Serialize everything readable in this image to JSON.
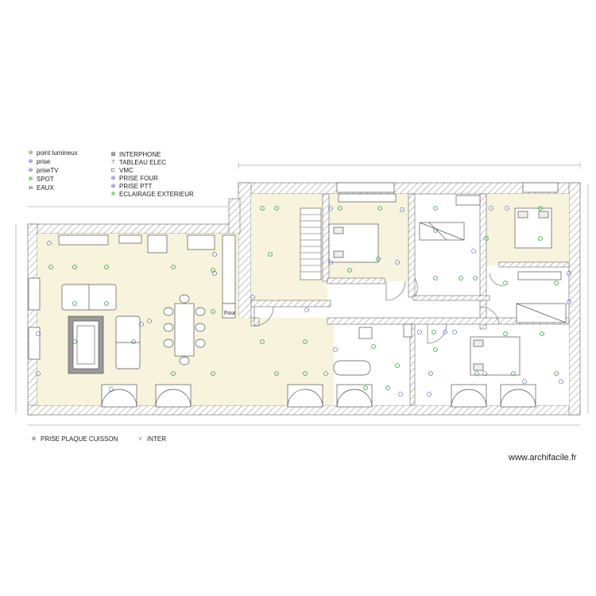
{
  "legend_left": [
    {
      "symbol": "⊗",
      "color": "green",
      "label": "point lumineux"
    },
    {
      "symbol": "⊛",
      "color": "blue",
      "label": "prise"
    },
    {
      "symbol": "⊛",
      "color": "blue",
      "label": "priseTV"
    },
    {
      "symbol": "⊕",
      "color": "green",
      "label": "SPOT"
    },
    {
      "symbol": "⟕",
      "color": "dark",
      "label": "EAUX"
    }
  ],
  "legend_right": [
    {
      "symbol": "⊠",
      "color": "dark",
      "label": "INTERPHONE"
    },
    {
      "symbol": "⊤",
      "color": "dark",
      "label": "TABLEAU ELEC"
    },
    {
      "symbol": "⊏",
      "color": "dark",
      "label": "VMC"
    },
    {
      "symbol": "⊛",
      "color": "blue",
      "label": "PRISE FOUR"
    },
    {
      "symbol": "⊛",
      "color": "blue",
      "label": "PRISE PTT"
    },
    {
      "symbol": "✲",
      "color": "green",
      "label": "ECLAIRAGE EXTERIEUR"
    }
  ],
  "bottom_legend": [
    {
      "symbol": "⊛",
      "color": "blue",
      "label": "PRISE PLAQUE CUISSON"
    },
    {
      "symbol": "⋎",
      "color": "green",
      "label": "INTER"
    }
  ],
  "plan_labels": {
    "four": "Four"
  },
  "watermark": "www.archifacile.fr",
  "colors": {
    "floor": "#f7f3dc",
    "wall_hatch": "#9a9a9a",
    "spot": "#2a9a3a",
    "outlet": "#3a4fc8"
  }
}
